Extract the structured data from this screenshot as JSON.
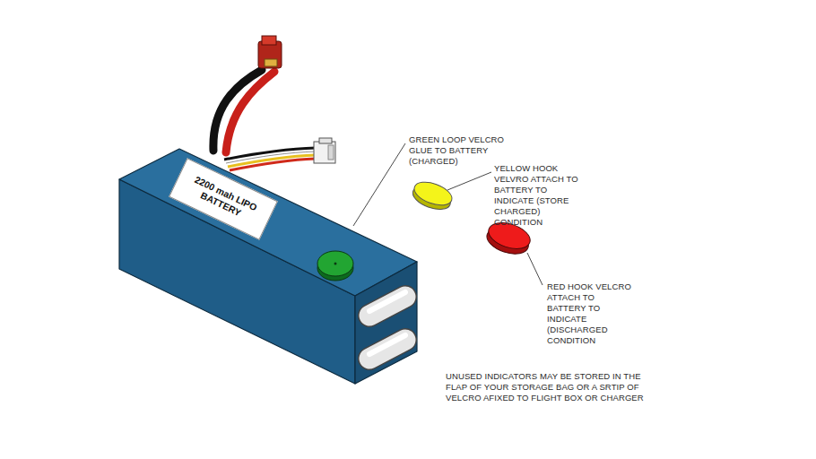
{
  "diagram": {
    "nodes": [
      {
        "text": [
          "2200 mah LIPO BATTERY"
        ]
      }
    ],
    "labels": [
      "GREEN LOOP VELCRO GLUE TO BATTERY (CHARGED)",
      "YELLOW HOOK VELVRO ATTACH TO BATTERY TO INDICATE (STORE CHARGED) CONDITION",
      "RED HOOK VELCRO ATTACH TO BATTERY TO INDICATE (DISCHARGED CONDITION",
      "UNUSED INDICATORS MAY BE STORED IN THE FLAP OF YOUR STORAGE BAG OR A SRTIP OF VELCRO AFIXED TO FLIGHT BOX OR CHARGER"
    ]
  }
}
